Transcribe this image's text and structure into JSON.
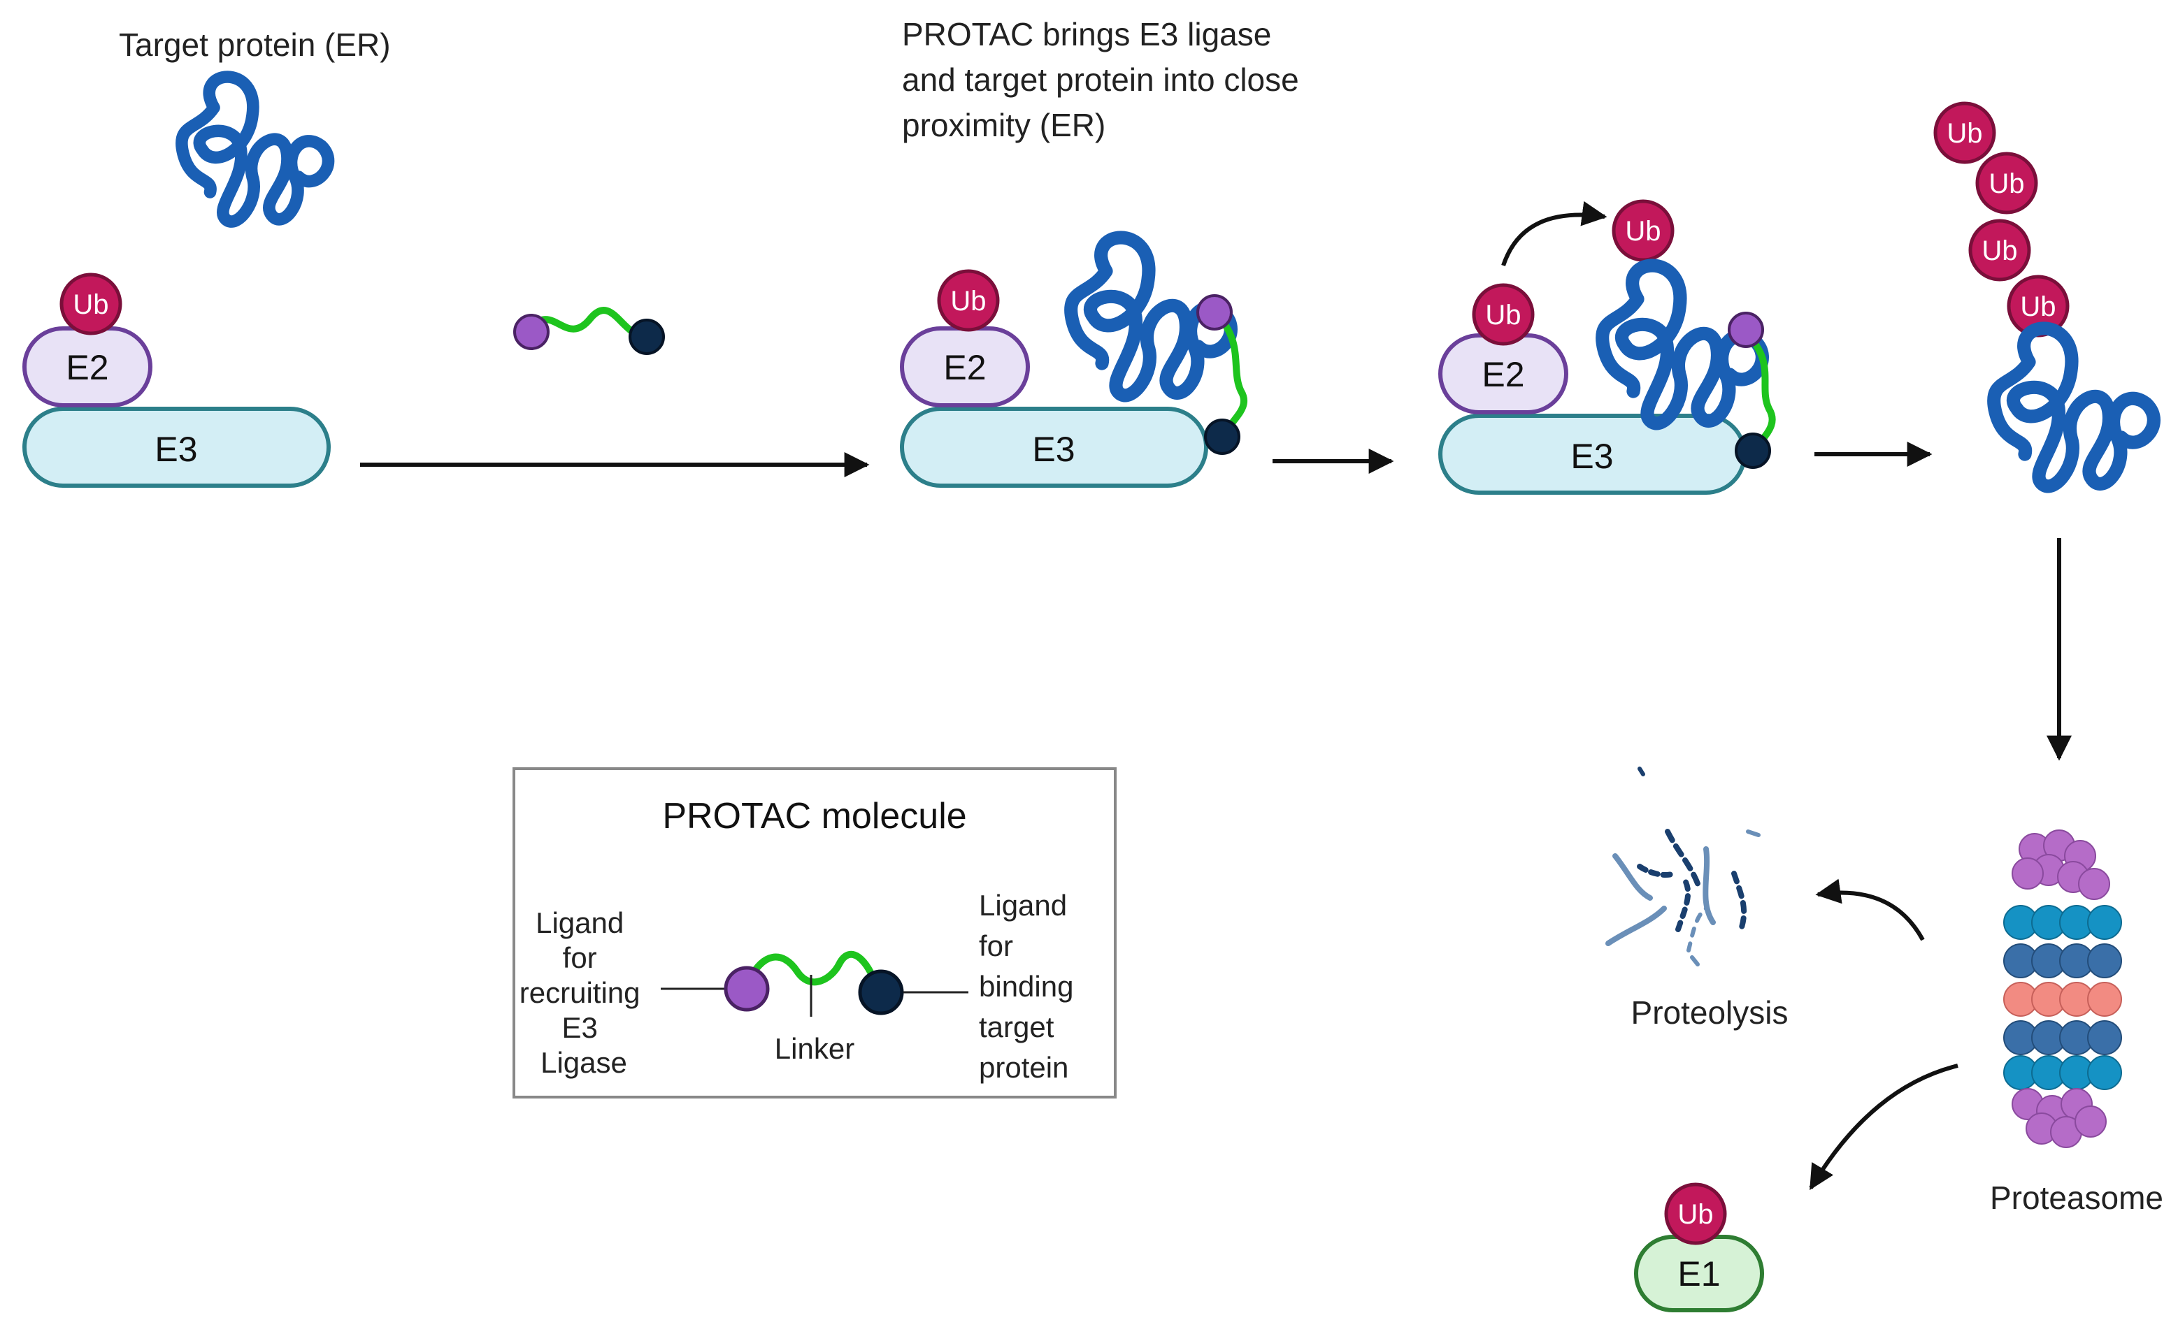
{
  "labels": {
    "target_protein": "Target protein (ER)",
    "proximity_line1": "PROTAC brings E3 ligase",
    "proximity_line2": "and target protein into close",
    "proximity_line3": "proximity (ER)",
    "proteolysis": "Proteolysis",
    "proteasome": "Proteasome"
  },
  "nodes": {
    "ub": "Ub",
    "e1": "E1",
    "e2": "E2",
    "e3": "E3"
  },
  "legend_box": {
    "title": "PROTAC molecule",
    "left_label": [
      "Ligand",
      "for",
      "recruiting",
      "E3",
      "Ligase"
    ],
    "center_label": "Linker",
    "right_label": [
      "Ligand",
      "for",
      "binding",
      "target",
      "protein"
    ]
  },
  "colors": {
    "protein_strand": "#1a5fb4",
    "ub_fill": "#c2185b",
    "e2_fill": "#e8e2f6",
    "e2_stroke": "#6a3f9a",
    "e3_fill": "#d3eef5",
    "e3_stroke": "#2c7f8a",
    "e1_fill": "#d6f2d6",
    "e1_stroke": "#2e7d32",
    "linker": "#1ec41e",
    "ligand_e3": "#9b59c6",
    "ligand_target": "#0d2a4a",
    "proteasome_cap": "#b56cc8",
    "proteasome_ring_a": "#1592c4",
    "proteasome_ring_b": "#3a6fa8",
    "proteasome_ring_c": "#f28b82"
  }
}
